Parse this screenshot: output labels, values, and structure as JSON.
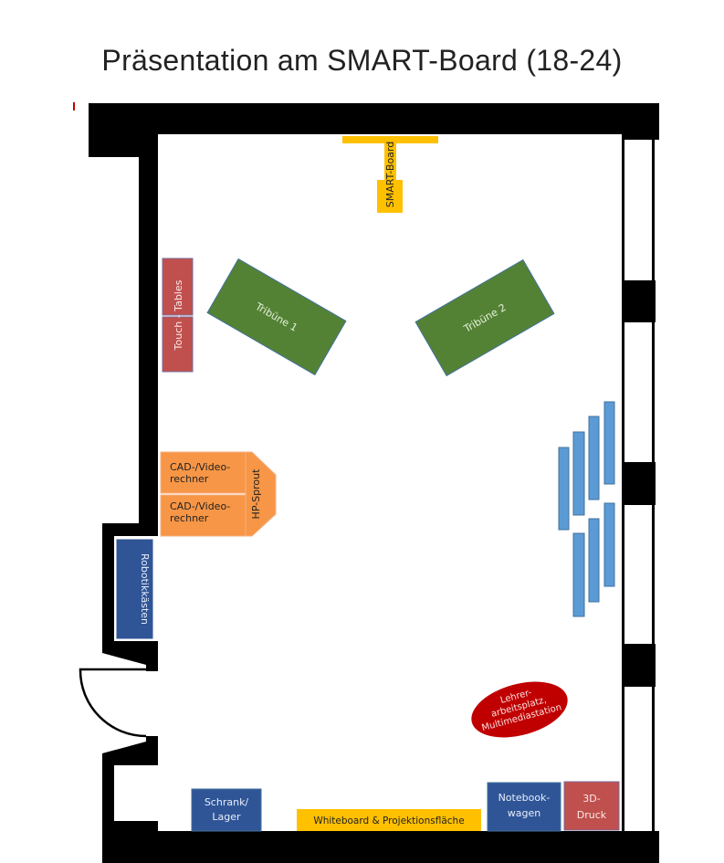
{
  "title": "Präsentation am SMART-Board (18-24)",
  "labels": {
    "smart_board": "SMART-Board",
    "touch_tables": "Touch - Tables",
    "tribune1": "Tribüne 1",
    "tribune2": "Tribüne 2",
    "cad1_line1": "CAD-/Video-",
    "cad1_line2": "rechner",
    "cad2_line1": "CAD-/Video-",
    "cad2_line2": "rechner",
    "hp_sprout": "HP-Sprout",
    "robotik": "Robotikkästen",
    "schrank_line1": "Schrank/",
    "schrank_line2": "Lager",
    "whiteboard": "Whiteboard & Projektionsfläche",
    "notebook_line1": "Notebook-",
    "notebook_line2": "wagen",
    "druck_line1": "3D-",
    "druck_line2": "Druck",
    "lehrer_line1": "Lehrer-",
    "lehrer_line2": "arbeitsplatz,",
    "lehrer_line3": "Multimediastation"
  },
  "colors": {
    "wall": "#000000",
    "smart_board": "#ffc000",
    "touch_tables": "#c0504d",
    "tribune": "#548235",
    "cad": "#f79646",
    "storage_blue": "#2f5597",
    "seats": "#5b9bd5",
    "lehrer": "#c00000"
  }
}
